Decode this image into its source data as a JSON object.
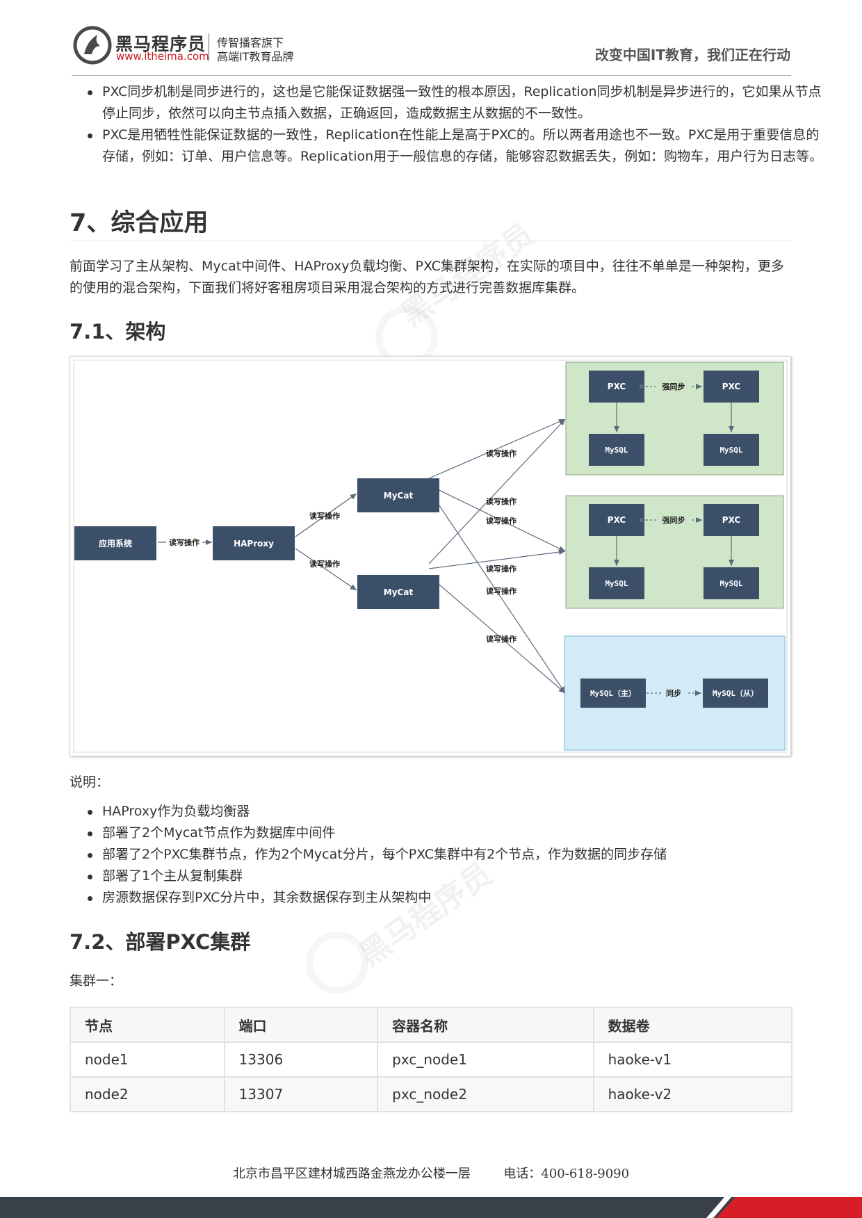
{
  "header": {
    "brand_name": "黑马程序员",
    "brand_url": "www.itheima.com",
    "tagline_line1": "传智播客旗下",
    "tagline_line2": "高端IT教育品牌",
    "slogan": "改变中国IT教育，我们正在行动"
  },
  "intro_bullets": [
    "PXC同步机制是同步进行的，这也是它能保证数据强一致性的根本原因，Replication同步机制是异步进行的，它如果从节点停止同步，依然可以向主节点插入数据，正确返回，造成数据主从数据的不一致性。",
    "PXC是用牺牲性能保证数据的一致性，Replication在性能上是高于PXC的。所以两者用途也不一致。PXC是用于重要信息的存储，例如：订单、用户信息等。Replication用于一般信息的存储，能够容忍数据丢失，例如：购物车，用户行为日志等。"
  ],
  "section7": {
    "title": "7、综合应用",
    "paragraph": "前面学习了主从架构、Mycat中间件、HAProxy负载均衡、PXC集群架构，在实际的项目中，往往不单单是一种架构，更多的使用的混合架构，下面我们将好客租房项目采用混合架构的方式进行完善数据库集群。"
  },
  "section71": {
    "title": "7.1、架构",
    "note_label": "说明：",
    "bullets": [
      "HAProxy作为负载均衡器",
      "部署了2个Mycat节点作为数据库中间件",
      "部署了2个PXC集群节点，作为2个Mycat分片，每个PXC集群中有2个节点，作为数据的同步存储",
      "部署了1个主从复制集群",
      "房源数据保存到PXC分片中，其余数据保存到主从架构中"
    ]
  },
  "diagram": {
    "nodes": {
      "app": "应用系统",
      "haproxy": "HAProxy",
      "mycat1": "MyCat",
      "mycat2": "MyCat",
      "pxc": "PXC",
      "mysql": "MySQL",
      "mysql_master": "MySQL（主）",
      "mysql_slave": "MySQL（从）"
    },
    "edge_labels": {
      "read_write": "读写操作",
      "strong_sync": "强同步",
      "sync": "同步"
    },
    "colors": {
      "node_fill": "#3b5068",
      "group_green": "#cfe6c9",
      "group_blue": "#d2ebf6",
      "edge": "#5a6b7d"
    }
  },
  "section72": {
    "title": "7.2、部署PXC集群",
    "cluster_label": "集群一：",
    "table": {
      "headers": [
        "节点",
        "端口",
        "容器名称",
        "数据卷"
      ],
      "rows": [
        [
          "node1",
          "13306",
          "pxc_node1",
          "haoke-v1"
        ],
        [
          "node2",
          "13307",
          "pxc_node2",
          "haoke-v2"
        ]
      ]
    }
  },
  "footer": {
    "address": "北京市昌平区建材城西路金燕龙办公楼一层",
    "phone": "电话：400-618-9090"
  }
}
